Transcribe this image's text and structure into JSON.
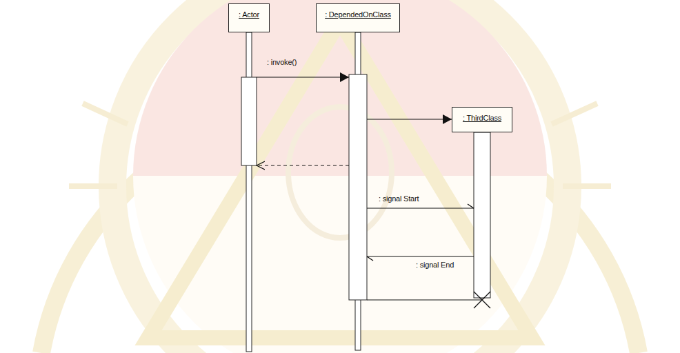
{
  "diagram": {
    "nodes": [
      {
        "text": [
          ": Actor"
        ]
      },
      {
        "text": [
          ": DependedOnClass"
        ]
      },
      {
        "text": [
          ": ThirdClass"
        ]
      }
    ],
    "edges": [
      {
        "from": 0,
        "to": 1,
        "label": ": invoke()",
        "arrow": "to"
      },
      {
        "from": 1,
        "to": 2,
        "arrow": "to"
      },
      {
        "from": 1,
        "to": 0,
        "arrow": "to"
      },
      {
        "from": 1,
        "to": 2,
        "label": ": signal Start",
        "arrow": "to"
      },
      {
        "from": 2,
        "to": 1,
        "label": ": signal End",
        "arrow": "to"
      },
      {
        "from": 1,
        "to": 2,
        "arrow": "to"
      }
    ]
  }
}
